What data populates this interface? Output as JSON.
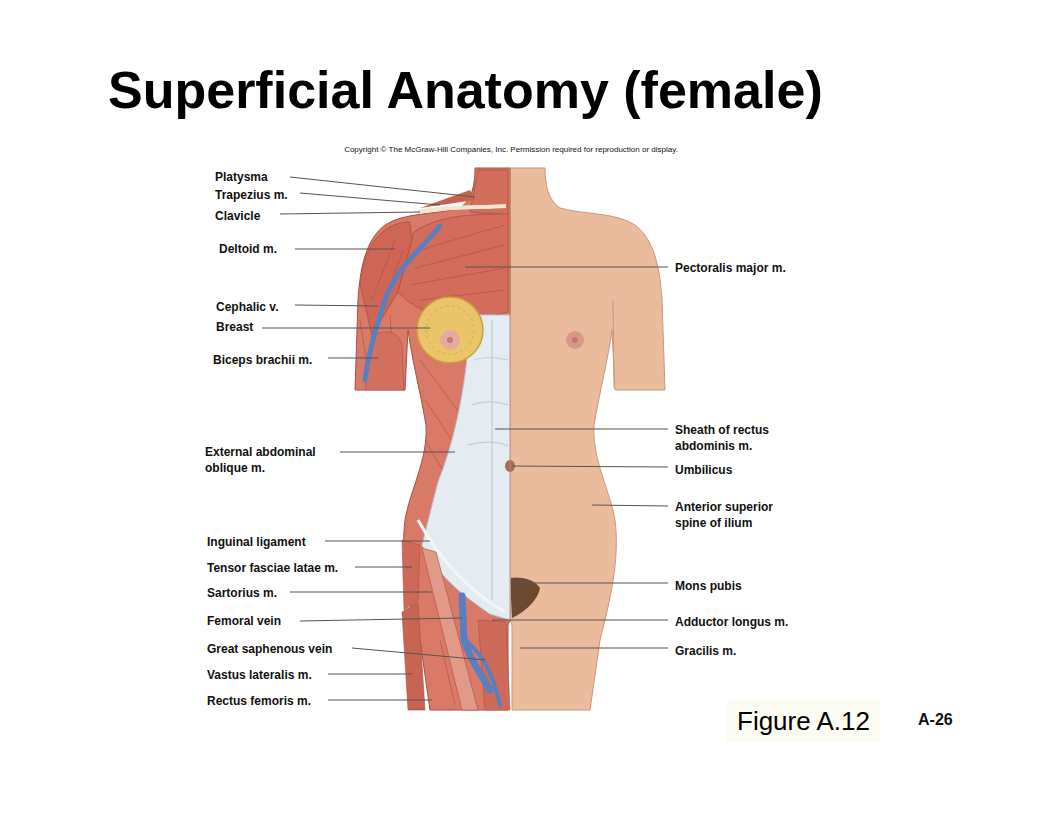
{
  "diagram": {
    "title": "Superficial Anatomy (female)",
    "nodes": [
      {
        "text": [
          "Figure A.12"
        ]
      }
    ],
    "labels": [
      "Copyright © The McGraw-Hill Companies, Inc. Permission required for reproduction or display.",
      "Platysma",
      "Trapezius m.",
      "Clavicle",
      "Deltoid m.",
      "Cephalic v.",
      "Breast",
      "Biceps brachii m.",
      "External abdominal oblique m.",
      "Inguinal ligament",
      "Tensor fasciae latae m.",
      "Sartorius m.",
      "Femoral vein",
      "Great saphenous vein",
      "Vastus lateralis m.",
      "Rectus femoris m.",
      "Pectoralis major m.",
      "Sheath of rectus abdominis m.",
      "Umbilicus",
      "Anterior superior spine of ilium",
      "Mons pubis",
      "Adductor longus m.",
      "Gracilis m.",
      "A-26"
    ]
  }
}
